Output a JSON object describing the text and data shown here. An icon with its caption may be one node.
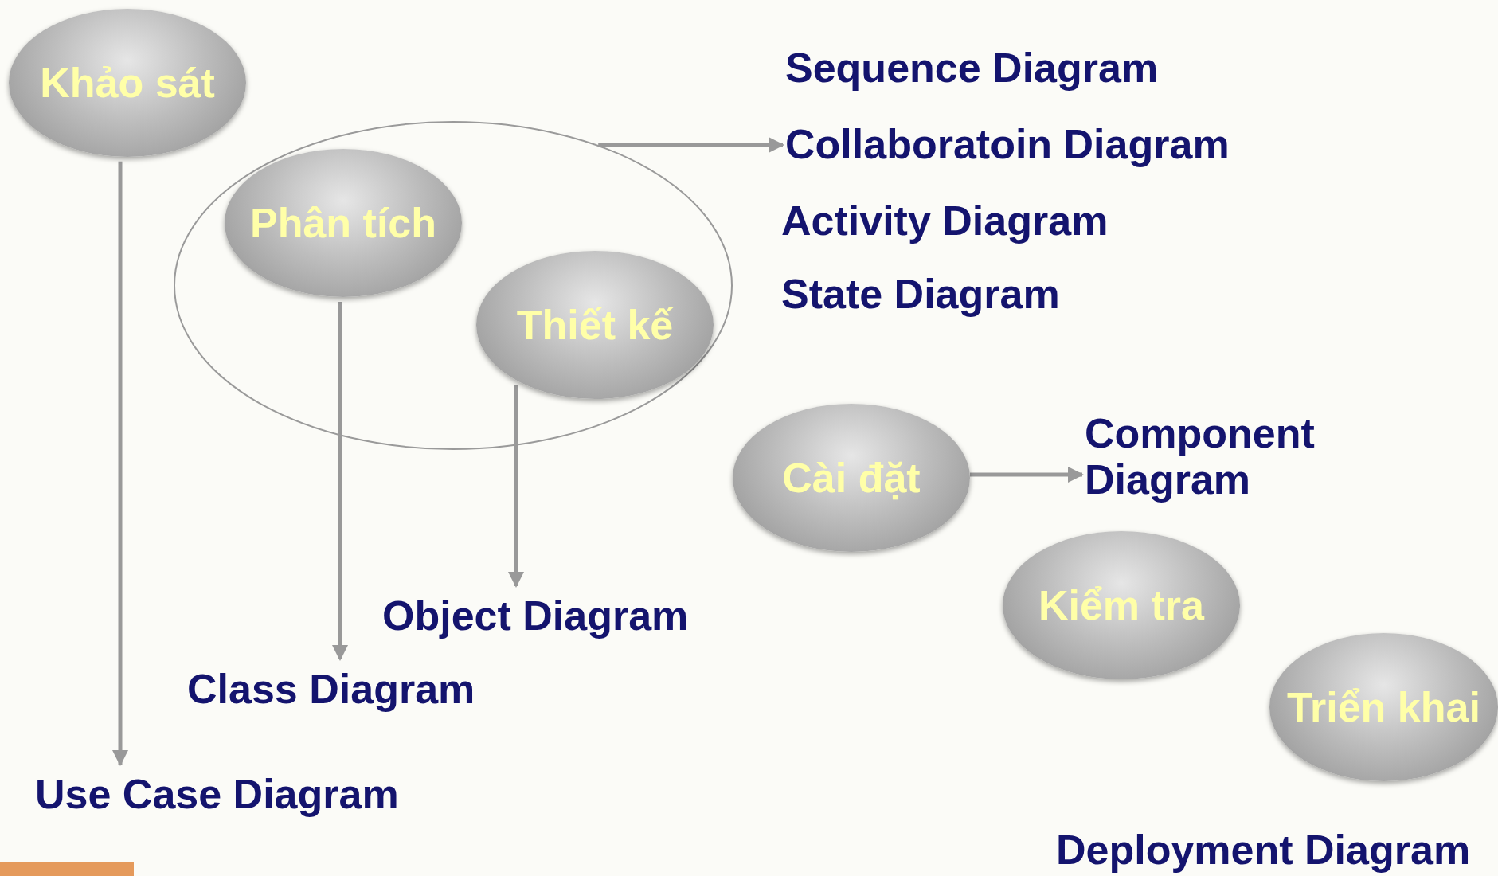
{
  "diagram": {
    "nodes": [
      {
        "text": [
          "Khảo sát"
        ]
      },
      {
        "text": [],
        "shape": "ellipse"
      },
      {
        "text": [
          "Phân tích"
        ],
        "in": 1
      },
      {
        "text": [
          "Thiết kế"
        ],
        "in": 1
      },
      {
        "text": [
          "Cài đặt"
        ]
      },
      {
        "text": [
          "Kiểm tra"
        ]
      },
      {
        "text": [
          "Triển khai"
        ]
      },
      {
        "text": [
          "Sequence Diagram"
        ]
      },
      {
        "text": [
          "Collaboratoin Diagram"
        ]
      },
      {
        "text": [
          "Activity Diagram"
        ]
      },
      {
        "text": [
          "State Diagram"
        ]
      },
      {
        "text": [
          "Component Diagram"
        ]
      },
      {
        "text": [
          "Object Diagram"
        ]
      },
      {
        "text": [
          "Class Diagram"
        ]
      },
      {
        "text": [
          "Use Case Diagram"
        ]
      },
      {
        "text": [
          "Deployment Diagram"
        ]
      }
    ],
    "edges": [
      {
        "from": 0,
        "to": 14,
        "arrow": "to"
      },
      {
        "from": 1,
        "to": 8,
        "arrow": "to"
      },
      {
        "from": 2,
        "to": 13,
        "arrow": "to"
      },
      {
        "from": 3,
        "to": 12,
        "arrow": "to"
      },
      {
        "from": 4,
        "to": 11,
        "arrow": "to"
      }
    ]
  }
}
